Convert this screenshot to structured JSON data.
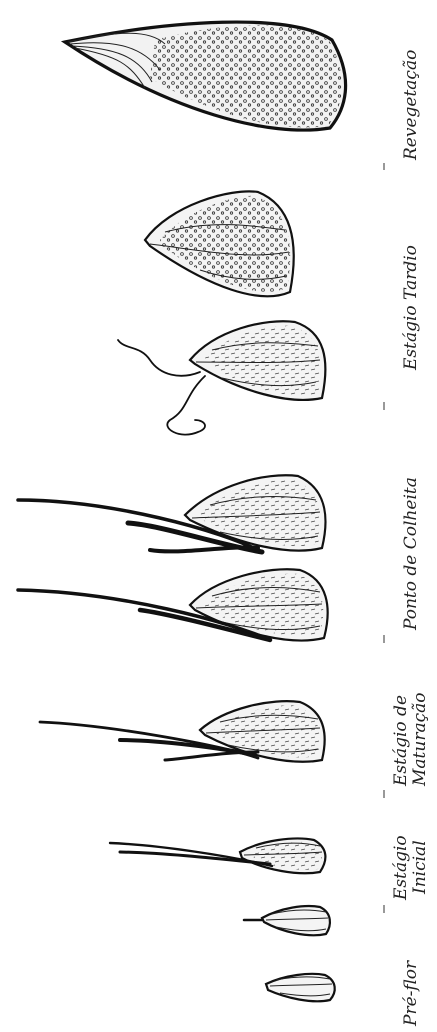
{
  "stages": [
    {
      "key": "revegetacao",
      "lines": [
        "Revegetação"
      ]
    },
    {
      "key": "tardio",
      "lines": [
        "Estágio Tardio"
      ]
    },
    {
      "key": "colheita",
      "lines": [
        "Ponto de Colheita"
      ]
    },
    {
      "key": "maturacao",
      "lines": [
        "Estágio de",
        "Maturação"
      ]
    },
    {
      "key": "inicial",
      "lines": [
        "Estágio",
        "Inicial"
      ]
    },
    {
      "key": "preflor",
      "lines": [
        "Pré-flor"
      ]
    }
  ]
}
